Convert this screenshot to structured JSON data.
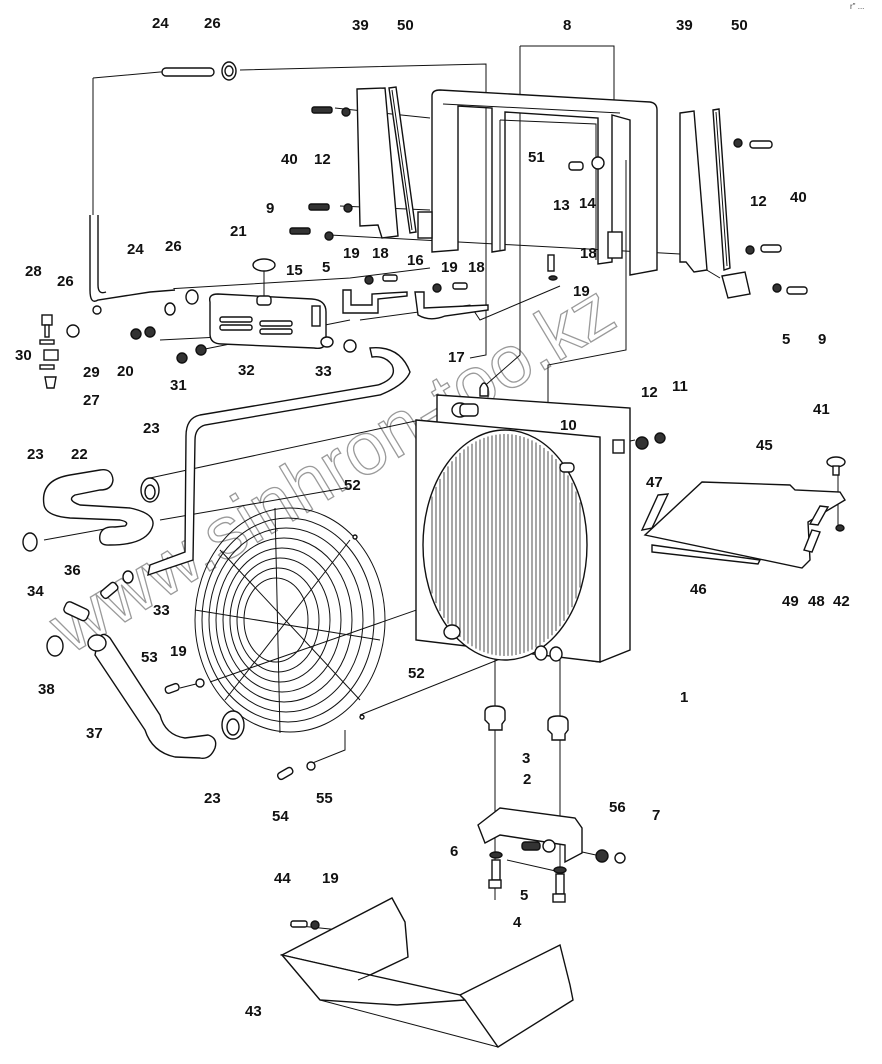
{
  "diagram": {
    "title": "Radiator / cooling system exploded parts view",
    "watermark": "www.sinhron-too.kz",
    "corner_mark": "r\" ...",
    "parts": [
      {
        "id": "1",
        "name": "radiator"
      },
      {
        "id": "2",
        "name": "mounting-bracket"
      },
      {
        "id": "3",
        "name": "rubber-mount"
      },
      {
        "id": "4",
        "name": "bolt"
      },
      {
        "id": "5",
        "name": "washer"
      },
      {
        "id": "6",
        "name": "bolt"
      },
      {
        "id": "7",
        "name": "nut"
      },
      {
        "id": "8",
        "name": "shroud-frame"
      },
      {
        "id": "9",
        "name": "bolt"
      },
      {
        "id": "10",
        "name": "plug"
      },
      {
        "id": "11",
        "name": "nut"
      },
      {
        "id": "12",
        "name": "washer"
      },
      {
        "id": "13",
        "name": "bolt"
      },
      {
        "id": "14",
        "name": "washer"
      },
      {
        "id": "15",
        "name": "expansion-tank"
      },
      {
        "id": "16",
        "name": "tank-bracket"
      },
      {
        "id": "17",
        "name": "tank-bracket"
      },
      {
        "id": "18",
        "name": "bolt"
      },
      {
        "id": "19",
        "name": "washer"
      },
      {
        "id": "20",
        "name": "nut"
      },
      {
        "id": "21",
        "name": "filler-cap"
      },
      {
        "id": "22",
        "name": "hose"
      },
      {
        "id": "23",
        "name": "hose-clamp"
      },
      {
        "id": "24",
        "name": "hose"
      },
      {
        "id": "26",
        "name": "hose-clamp"
      },
      {
        "id": "27",
        "name": "fitting"
      },
      {
        "id": "28",
        "name": "banjo-bolt"
      },
      {
        "id": "29",
        "name": "banjo-fitting"
      },
      {
        "id": "30",
        "name": "seal-washer"
      },
      {
        "id": "31",
        "name": "washer"
      },
      {
        "id": "32",
        "name": "hose"
      },
      {
        "id": "33",
        "name": "hose-clamp"
      },
      {
        "id": "34",
        "name": "elbow"
      },
      {
        "id": "36",
        "name": "adapter"
      },
      {
        "id": "37",
        "name": "hose"
      },
      {
        "id": "38",
        "name": "hose-clamp"
      },
      {
        "id": "39",
        "name": "side-plate"
      },
      {
        "id": "40",
        "name": "bolt"
      },
      {
        "id": "41",
        "name": "quick-release-fastener"
      },
      {
        "id": "42",
        "name": "retainer"
      },
      {
        "id": "43",
        "name": "guard-pan"
      },
      {
        "id": "44",
        "name": "bolt"
      },
      {
        "id": "45",
        "name": "screen"
      },
      {
        "id": "46",
        "name": "seal-strip"
      },
      {
        "id": "47",
        "name": "seal-strip"
      },
      {
        "id": "48",
        "name": "seal-strip"
      },
      {
        "id": "49",
        "name": "seal-strip"
      },
      {
        "id": "50",
        "name": "seal-strip"
      },
      {
        "id": "51",
        "name": "seal"
      },
      {
        "id": "52",
        "name": "fan-guard"
      },
      {
        "id": "53",
        "name": "bolt"
      },
      {
        "id": "54",
        "name": "bolt"
      },
      {
        "id": "55",
        "name": "washer"
      },
      {
        "id": "56",
        "name": "washer"
      }
    ],
    "callouts": [
      {
        "text": "24"
      },
      {
        "text": "26"
      },
      {
        "text": "39"
      },
      {
        "text": "50"
      },
      {
        "text": "8"
      },
      {
        "text": "39"
      },
      {
        "text": "50"
      },
      {
        "text": "40"
      },
      {
        "text": "12"
      },
      {
        "text": "51"
      },
      {
        "text": "13"
      },
      {
        "text": "14"
      },
      {
        "text": "12"
      },
      {
        "text": "40"
      },
      {
        "text": "9"
      },
      {
        "text": "5"
      },
      {
        "text": "21"
      },
      {
        "text": "19"
      },
      {
        "text": "18"
      },
      {
        "text": "16"
      },
      {
        "text": "19"
      },
      {
        "text": "18"
      },
      {
        "text": "18"
      },
      {
        "text": "19"
      },
      {
        "text": "24"
      },
      {
        "text": "26"
      },
      {
        "text": "15"
      },
      {
        "text": "28"
      },
      {
        "text": "26"
      },
      {
        "text": "30"
      },
      {
        "text": "29"
      },
      {
        "text": "27"
      },
      {
        "text": "20"
      },
      {
        "text": "31"
      },
      {
        "text": "33"
      },
      {
        "text": "17"
      },
      {
        "text": "5"
      },
      {
        "text": "9"
      },
      {
        "text": "32"
      },
      {
        "text": "12"
      },
      {
        "text": "11"
      },
      {
        "text": "10"
      },
      {
        "text": "41"
      },
      {
        "text": "45"
      },
      {
        "text": "23"
      },
      {
        "text": "23"
      },
      {
        "text": "22"
      },
      {
        "text": "47"
      },
      {
        "text": "52"
      },
      {
        "text": "36"
      },
      {
        "text": "34"
      },
      {
        "text": "33"
      },
      {
        "text": "46"
      },
      {
        "text": "49"
      },
      {
        "text": "48"
      },
      {
        "text": "42"
      },
      {
        "text": "19"
      },
      {
        "text": "53"
      },
      {
        "text": "38"
      },
      {
        "text": "52"
      },
      {
        "text": "1"
      },
      {
        "text": "37"
      },
      {
        "text": "3"
      },
      {
        "text": "23"
      },
      {
        "text": "54"
      },
      {
        "text": "55"
      },
      {
        "text": "2"
      },
      {
        "text": "56"
      },
      {
        "text": "7"
      },
      {
        "text": "6"
      },
      {
        "text": "5"
      },
      {
        "text": "4"
      },
      {
        "text": "44"
      },
      {
        "text": "19"
      },
      {
        "text": "43"
      }
    ]
  }
}
